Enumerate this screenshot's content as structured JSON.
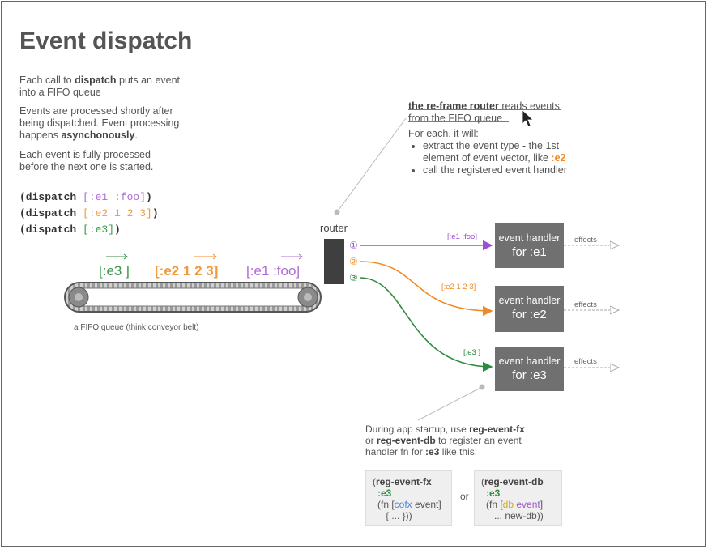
{
  "title": "Event dispatch",
  "intro": {
    "p1_a": "Each call to ",
    "p1_b": "dispatch",
    "p1_c": " puts an event into a FIFO queue",
    "p2_a": "Events  are processed shortly after being dispatched.  Event processing happens  ",
    "p2_b": "asynchonously",
    "p2_c": ".",
    "p3": "Each event is fully processed before the next one is started."
  },
  "code_lines": [
    {
      "fn": "(dispatch ",
      "arg": "[:e1 :foo]",
      "end": ")",
      "color": "purple"
    },
    {
      "fn": "(dispatch ",
      "arg": "[:e2 1 2 3]",
      "end": ")",
      "color": "orange"
    },
    {
      "fn": "(dispatch ",
      "arg": "[:e3]",
      "end": ")",
      "color": "green"
    }
  ],
  "queue": {
    "events": [
      "[:e3 ]",
      "[:e2  1 2 3]",
      "[:e1  :foo]"
    ],
    "caption": "a FIFO queue (think conveyor belt)"
  },
  "router": {
    "label": "router",
    "outputs": [
      "①",
      "②",
      "③"
    ]
  },
  "reframe_note": {
    "bold": "the re-frame router",
    "rest": " reads events from the FIFO queue",
    "for_each": "For each, it will:",
    "bullet1_a": "extract the event type - the 1st element of event vector, like ",
    "bullet1_b": ":e2",
    "bullet2": "call the registered event handler"
  },
  "handlers": [
    {
      "line1": "event handler",
      "line2": "for :e1",
      "tag": "[:e1 :foo]",
      "effects": "effects"
    },
    {
      "line1": "event handler",
      "line2": "for :e2",
      "tag": "[:e2  1 2 3]",
      "effects": "effects"
    },
    {
      "line1": "event handler",
      "line2": "for :e3",
      "tag": "[:e3 ]",
      "effects": "effects"
    }
  ],
  "startup": {
    "a": "During app startup, use ",
    "b": "reg-event-fx",
    "c": " or ",
    "d": "reg-event-db",
    "e": " to register an event handler fn for ",
    "f": ":e3",
    "g": " like this:"
  },
  "code_fx": {
    "open": "(",
    "fn": "reg-event-fx",
    "key": ":e3",
    "l3a": "(fn [",
    "l3b": "cofx",
    "l3c": "  event]",
    "l4": "{ ... }))"
  },
  "or": "or",
  "code_db": {
    "open": "(",
    "fn": "reg-event-db",
    "key": ":e3",
    "l3a": "(fn [",
    "l3b": "db",
    "l3c": "  event",
    "l3d": "]",
    "l4": "... new-db))"
  },
  "colors": {
    "purple": "#9b4fd4",
    "orange": "#f08a24",
    "green": "#2e8b3e",
    "handler": "#707070",
    "router": "#3f3f3f",
    "underline": "#2f8fd8"
  }
}
